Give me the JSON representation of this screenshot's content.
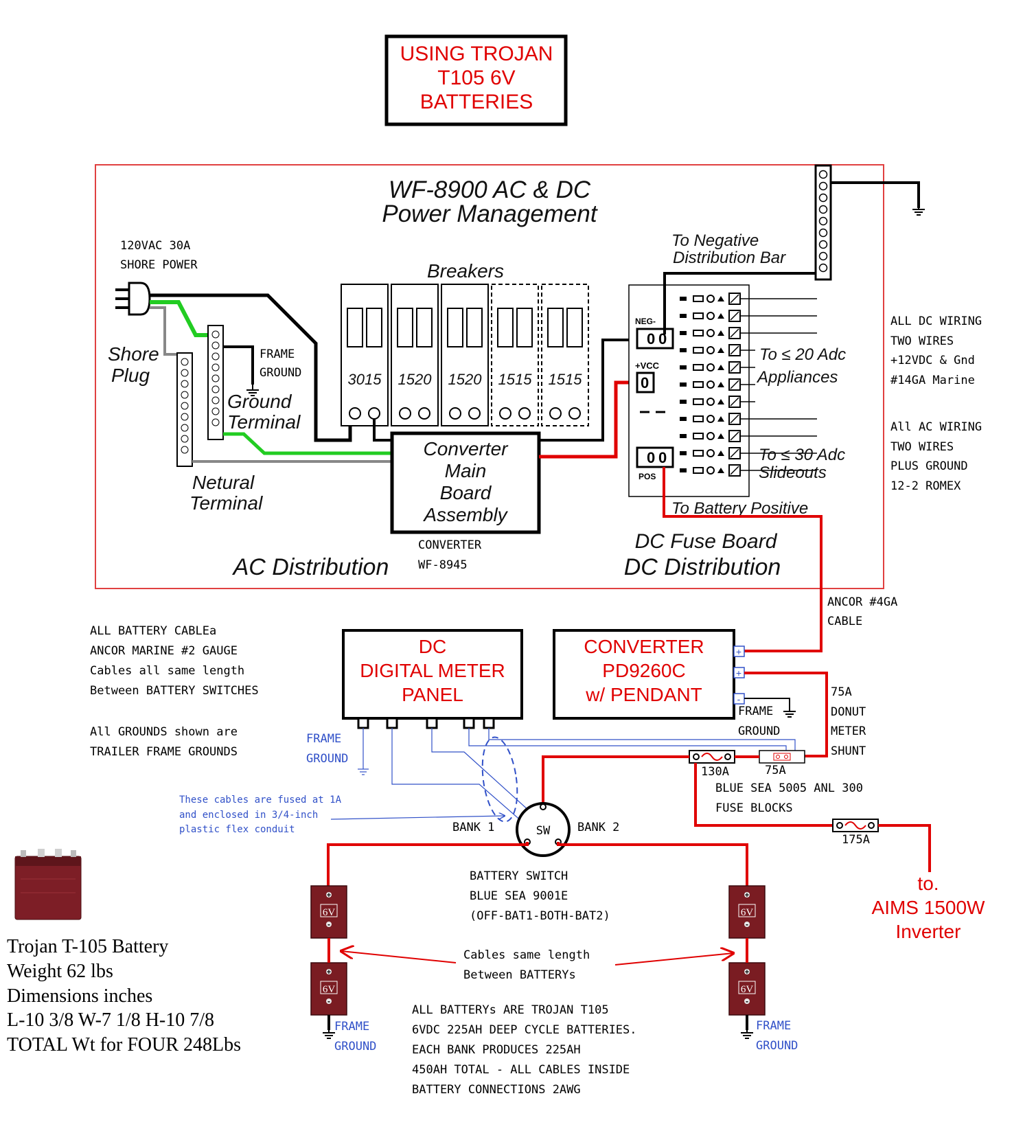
{
  "title_box": {
    "lines": [
      "USING TROJAN",
      "T105 6V",
      "BATTERIES"
    ]
  },
  "panel": {
    "title_line1": "WF-8900 AC & DC",
    "title_line2": "Power Management",
    "shore_power_line1": "120VAC 30A",
    "shore_power_line2": "SHORE POWER",
    "shore_plug_line1": "Shore",
    "shore_plug_line2": "Plug",
    "frame_ground_line1": "FRAME",
    "frame_ground_line2": "GROUND",
    "ground_terminal_line1": "Ground",
    "ground_terminal_line2": "Terminal",
    "neutral_terminal_line1": "Netural",
    "neutral_terminal_line2": "Terminal",
    "breakers_label": "Breakers",
    "breaker_ratings": [
      "3015",
      "1520",
      "1520",
      "1515",
      "1515"
    ],
    "converter_board_lines": [
      "Converter",
      "Main",
      "Board",
      "Assembly"
    ],
    "converter_model_line1": "CONVERTER",
    "converter_model_line2": "WF-8945",
    "ac_distribution": "AC Distribution",
    "to_negative_line1": "To Negative",
    "to_negative_line2": "Distribution Bar",
    "neg_label": "NEG-",
    "vcc_label": "+VCC",
    "pos_label": "POS",
    "appliances_line1": "To ≤ 20 Adc",
    "appliances_line2": "Appliances",
    "slideouts_line1": "To ≤ 30 Adc",
    "slideouts_line2": "Slideouts",
    "to_battery_positive": "To Battery Positive",
    "dc_fuse_board": "DC Fuse Board",
    "dc_distribution": "DC Distribution"
  },
  "notes_right": {
    "dc_wiring": [
      "ALL DC WIRING",
      "TWO WIRES",
      "+12VDC & Gnd",
      "#14GA Marine"
    ],
    "ac_wiring": [
      "All AC WIRING",
      "TWO WIRES",
      "PLUS GROUND",
      "12-2 ROMEX"
    ],
    "ancor_cable": [
      "ANCOR #4GA",
      "CABLE"
    ],
    "donut_shunt": [
      "75A",
      "DONUT",
      "METER",
      "SHUNT"
    ]
  },
  "notes_left": {
    "battery_cables": [
      "ALL BATTERY CABLEa",
      "ANCOR MARINE #2 GAUGE",
      "Cables all same length",
      "Between BATTERY SWITCHES"
    ],
    "grounds": [
      "All GROUNDS shown are",
      "TRAILER FRAME GROUNDS"
    ]
  },
  "meter_panel": {
    "lines": [
      "DC",
      "DIGITAL METER",
      "PANEL"
    ]
  },
  "converter_box": {
    "lines": [
      "CONVERTER",
      "PD9260C",
      "w/ PENDANT"
    ]
  },
  "meter_frame_ground": [
    "FRAME",
    "GROUND"
  ],
  "converter_frame_ground": [
    "FRAME",
    "GROUND"
  ],
  "fused_cables_note": [
    "These cables are fused at 1A",
    "and enclosed in 3/4-inch",
    "plastic flex conduit"
  ],
  "fuses": {
    "fuse_130": "130A",
    "fuse_75": "75A",
    "anl_line1": "BLUE SEA 5005 ANL 300",
    "anl_line2": "FUSE BLOCKS",
    "fuse_175": "175A"
  },
  "switch": {
    "label": "SW",
    "bank1": "BANK 1",
    "bank2": "BANK 2",
    "desc": [
      "BATTERY SWITCH",
      "BLUE SEA 9001E",
      "(OFF-BAT1-BOTH-BAT2)"
    ]
  },
  "inverter": [
    "to.",
    "AIMS 1500W",
    "Inverter"
  ],
  "battery_label": "6V",
  "battery_plus": "+",
  "battery_minus": "-",
  "batteries_frame_ground": [
    "FRAME",
    "GROUND"
  ],
  "cables_same_length": [
    "Cables same length",
    "Between BATTERYs"
  ],
  "all_batteries_note": [
    "ALL BATTERYs ARE TROJAN T105",
    "6VDC 225AH DEEP CYCLE BATTERIES.",
    "EACH BANK PRODUCES 225AH",
    "450AH TOTAL - ALL CABLES INSIDE",
    "BATTERY CONNECTIONS 2AWG"
  ],
  "trojan_info": [
    "Trojan T-105 Battery",
    "Weight 62 lbs",
    "Dimensions inches",
    "L-10 3/8  W-7 1/8  H-10 7/8",
    "TOTAL Wt for FOUR 248Lbs"
  ]
}
